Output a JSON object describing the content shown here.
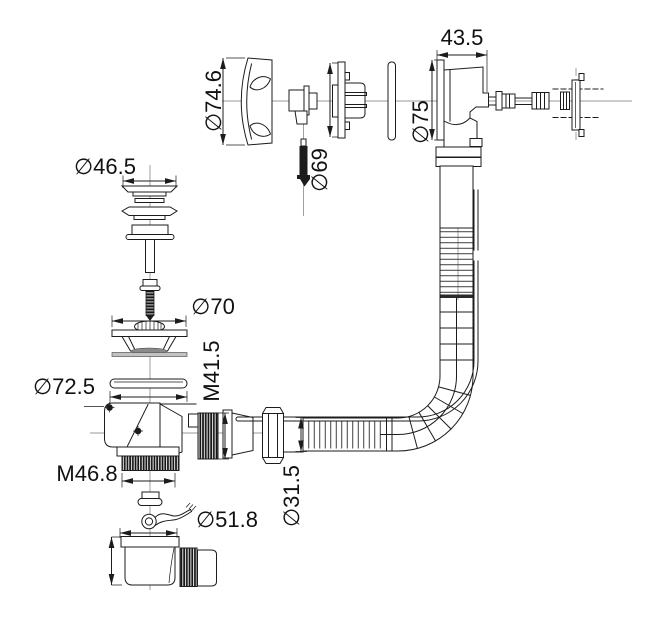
{
  "drawing": {
    "type": "technical-exploded-view",
    "subject": "bath waste and overflow drain kit",
    "background": "#ffffff",
    "colors": {
      "line": "#1c1c1c",
      "centerline": "#777777",
      "text": "#111111"
    },
    "labels": {
      "knob_diameter": "∅74.6",
      "overflow_body_width": "43.5",
      "faceplate_diameter": "∅69",
      "overflow_plate_diameter": "∅75",
      "plug_diameter": "∅46.5",
      "strainer_diameter": "∅70",
      "outlet_thread": "M41.5",
      "washer_diameter": "∅72.5",
      "drain_thread": "M46.8",
      "hose_diameter": "∅31.5",
      "trap_diameter": "∅51.8"
    }
  }
}
